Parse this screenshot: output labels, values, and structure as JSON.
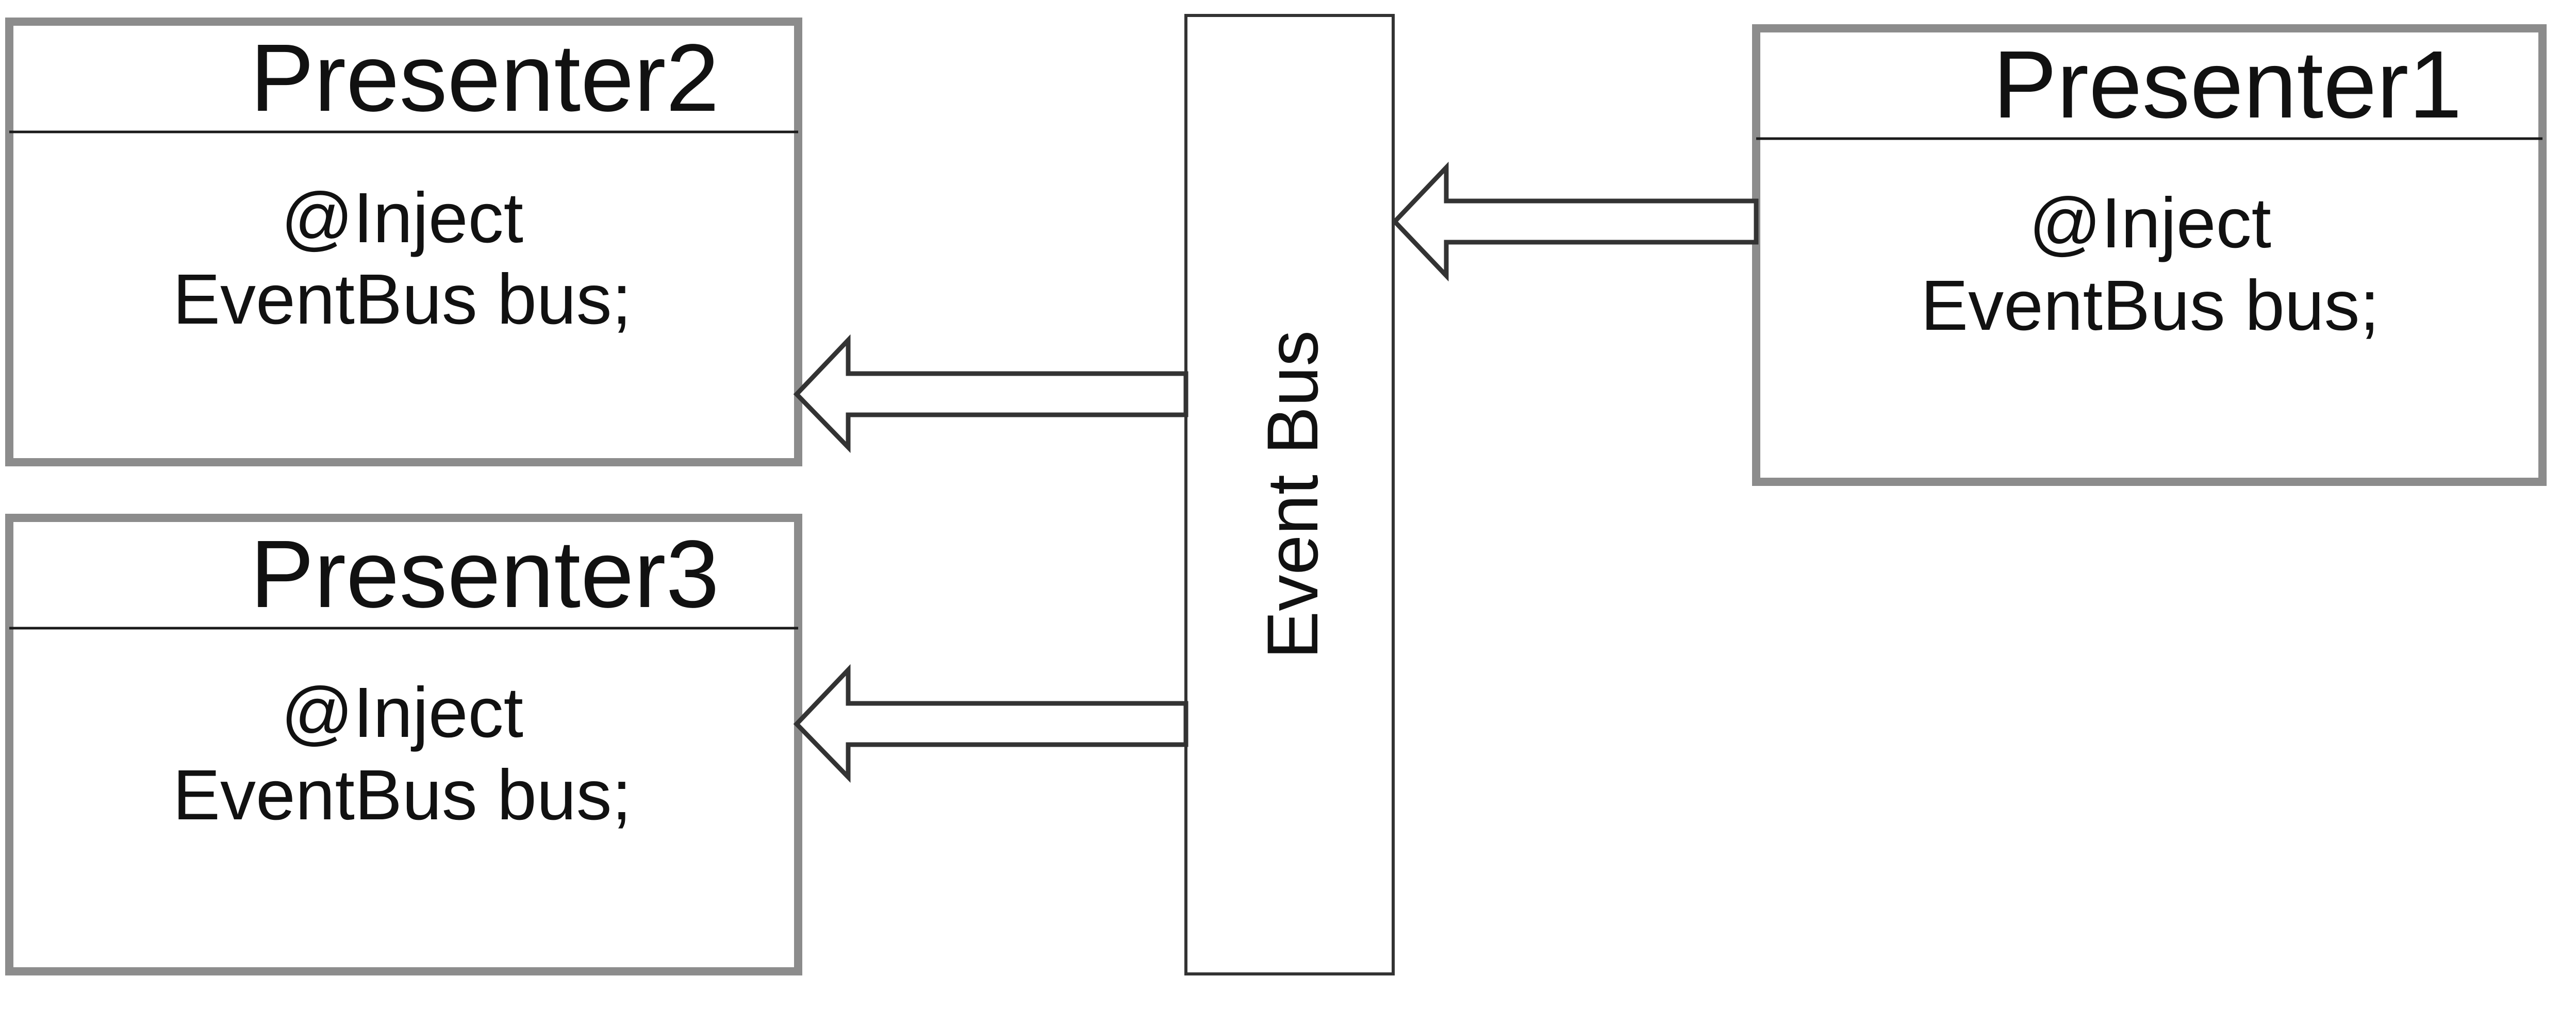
{
  "event_bus": {
    "label": "Event Bus"
  },
  "presenters": [
    {
      "title": "Presenter2",
      "annotation": "@Inject",
      "field": "EventBus bus;"
    },
    {
      "title": "Presenter3",
      "annotation": "@Inject",
      "field": "EventBus bus;"
    },
    {
      "title": "Presenter1",
      "annotation": "@Inject",
      "field": "EventBus bus;"
    }
  ],
  "colors": {
    "box_border": "#8c8c8c",
    "line": "#333333",
    "text": "#111111"
  }
}
